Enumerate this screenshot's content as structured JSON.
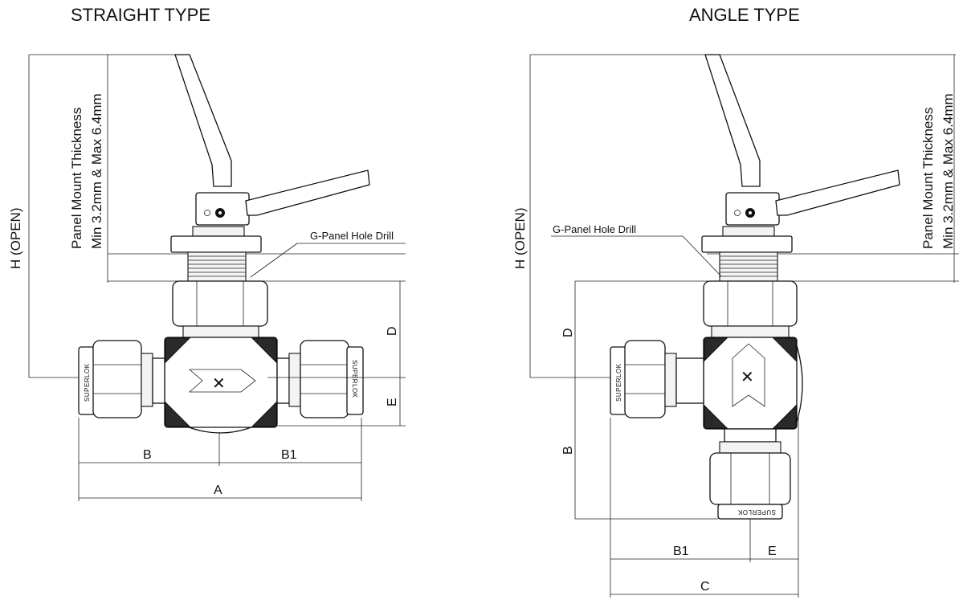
{
  "straight": {
    "title": "STRAIGHT TYPE",
    "h_label": "H (OPEN)",
    "panel_line1": "Panel Mount Thickness",
    "panel_line2": "Min 3.2mm & Max 6.4mm",
    "hole_label": "G-Panel Hole Drill",
    "dims": {
      "d": "D",
      "e": "E",
      "b": "B",
      "b1": "B1",
      "a": "A"
    },
    "brand_left": "SUPERLOK",
    "brand_right": "SUPERLOK"
  },
  "angle": {
    "title": "ANGLE TYPE",
    "h_label": "H (OPEN)",
    "panel_line1": "Panel Mount Thickness",
    "panel_line2": "Min 3.2mm & Max 6.4mm",
    "hole_label": "G-Panel Hole Drill",
    "dims": {
      "d": "D",
      "b": "B",
      "b1": "B1",
      "e": "E",
      "c": "C"
    },
    "brand_left": "SUPERLOK",
    "brand_bottom": "SUPERLOK"
  },
  "colors": {
    "line": "#111111",
    "background": "#ffffff"
  }
}
